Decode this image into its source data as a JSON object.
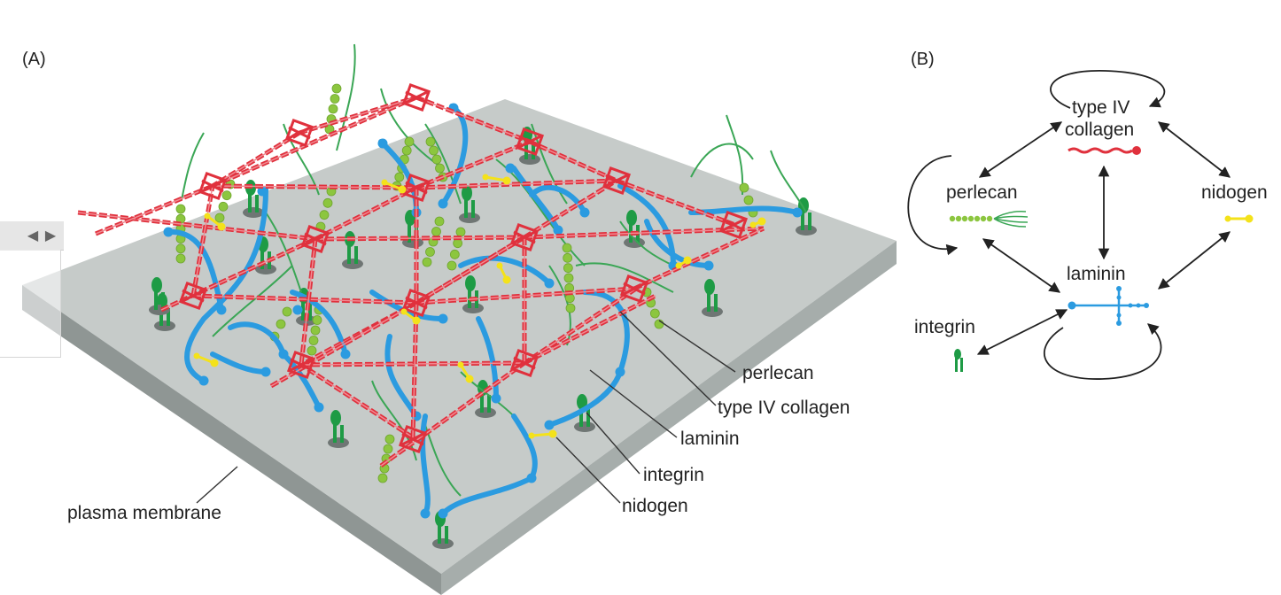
{
  "panel_a": {
    "label": "(A)",
    "labels": {
      "perlecan": "perlecan",
      "collagen": "type IV collagen",
      "laminin": "laminin",
      "integrin": "integrin",
      "nidogen": "nidogen",
      "membrane": "plasma membrane"
    }
  },
  "panel_b": {
    "label": "(B)",
    "nodes": {
      "collagen_line1": "type IV",
      "collagen_line2": "collagen",
      "perlecan": "perlecan",
      "nidogen": "nidogen",
      "laminin": "laminin",
      "integrin": "integrin"
    }
  },
  "colors": {
    "collagen": "#e0313d",
    "laminin": "#2b9be0",
    "perlecan": "#8cc63f",
    "fiber": "#3aa655",
    "integrin": "#1e9b45",
    "nidogen": "#f4e21a",
    "membrane_top": "#c6cbc9",
    "membrane_side": "#8f9694"
  },
  "pager": {
    "prev": "◀",
    "next": "▶"
  }
}
